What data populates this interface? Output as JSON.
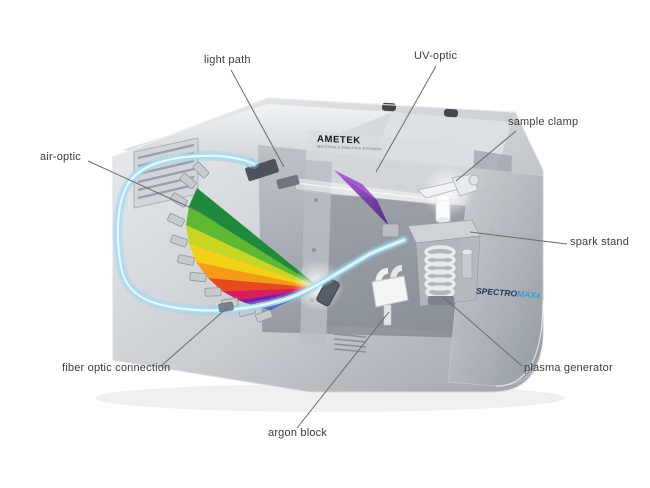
{
  "diagram": {
    "labels": {
      "light_path": "light path",
      "uv_optic": "UV-optic",
      "sample_clamp": "sample clamp",
      "air_optic": "air-optic",
      "spark_stand": "spark stand",
      "fiber_optic_connection": "fiber optic connection",
      "plasma_generator": "plasma generator",
      "argon_block": "argon block"
    },
    "branding": {
      "logo": "AMETEK",
      "logo_subtitle": "MATERIALS ANALYSIS DIVISION",
      "model_prefix": "SPECTRO",
      "model_suffix": "MAXx"
    },
    "colors": {
      "background": "#ffffff",
      "body_gray": "#c9cdd2",
      "fiber_optic_blue": "#a8ddf2",
      "uv_beam_purple": "#7b2fb5",
      "spectrum": [
        "#1f8a3b",
        "#5fb832",
        "#c6d622",
        "#f2d117",
        "#f59b17",
        "#e8491f",
        "#d81f5a",
        "#7b1fa2",
        "#3949ab"
      ]
    }
  }
}
